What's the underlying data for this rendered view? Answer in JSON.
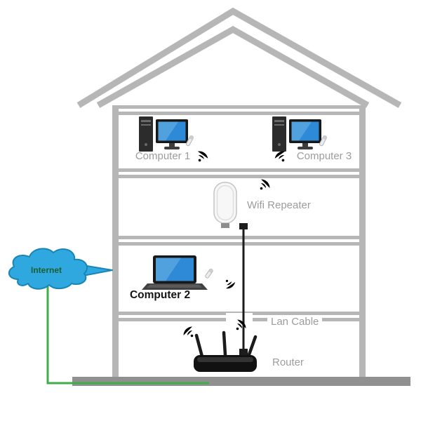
{
  "diagram": {
    "type": "home-wifi-network-diagram",
    "labels": {
      "computer1": "Computer 1",
      "computer3": "Computer 3",
      "wifi_repeater": "Wifi Repeater",
      "computer2": "Computer 2",
      "lan_cable": "Lan Cable",
      "router": "Router",
      "internet": "Internet"
    },
    "colors": {
      "structure": "#b6b6b6",
      "ground": "#909090",
      "label_gray": "#9c9c9c",
      "label_dark": "#141414",
      "cloud_fill": "#2fa8e0",
      "cloud_stroke": "#1a85b5",
      "internet_text": "#1d5e2f",
      "green_cable": "#3fae49",
      "lan_cable_black": "#1c1c1c",
      "screen_blue": "#2e8ad6",
      "device_dark": "#2c2c2c",
      "wifi_gray": "#a9a9a9"
    },
    "icons": [
      "wifi-signal-icon",
      "internet-cloud-icon",
      "desktop-computer-icon",
      "laptop-icon",
      "usb-dongle-icon",
      "wifi-repeater-icon",
      "router-icon"
    ]
  }
}
